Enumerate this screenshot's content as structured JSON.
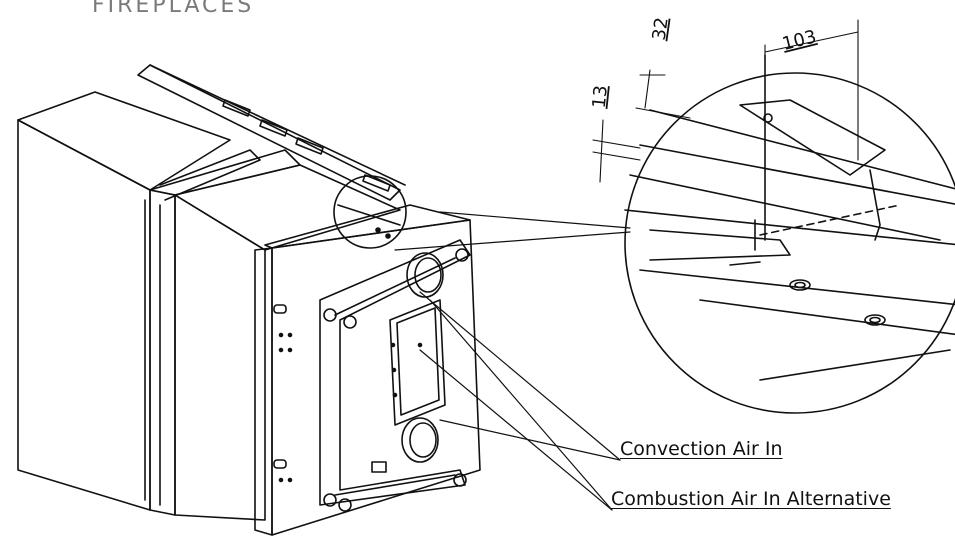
{
  "header": {
    "text": "FIREPLACES"
  },
  "dimensions": {
    "d32": "32",
    "d103": "103",
    "d13": "13"
  },
  "callouts": [
    {
      "label": "Convection Air In"
    },
    {
      "label": "Combustion Air In Alternative"
    }
  ],
  "colors": {
    "ink": "#111111",
    "header": "#7a7a7a"
  }
}
